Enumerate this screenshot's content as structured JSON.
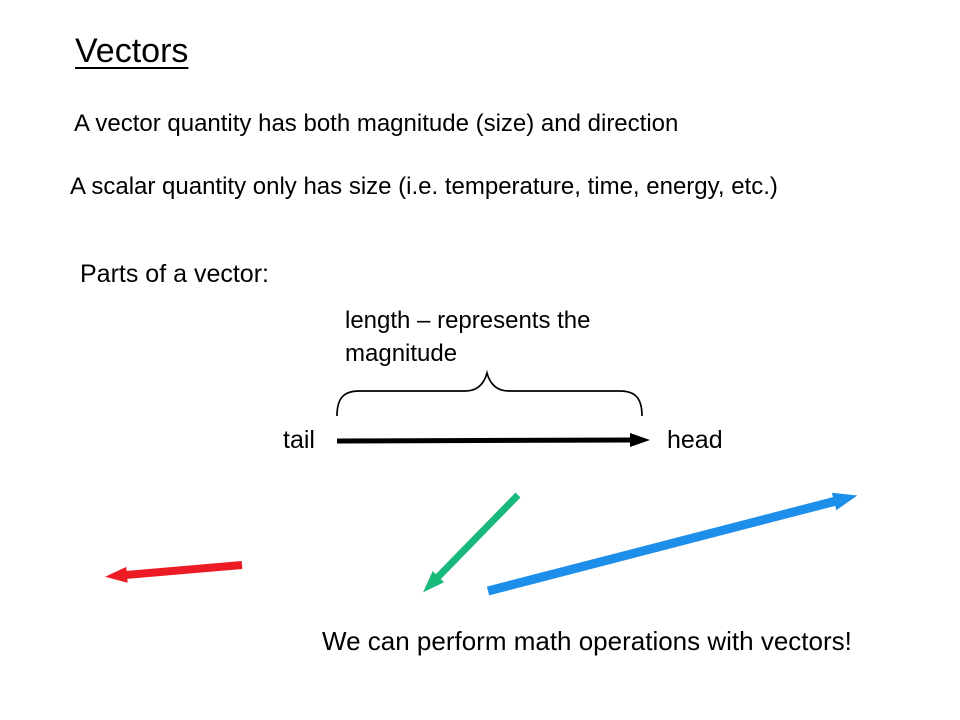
{
  "slide": {
    "title": "Vectors",
    "paragraphs": [
      "A vector quantity has both magnitude (size) and direction",
      "A scalar quantity only has size (i.e. temperature, time, energy, etc.)"
    ],
    "parts_heading": "Parts of a vector:",
    "length_caption": "length – represents the magnitude",
    "tail_label": "tail",
    "head_label": "head",
    "closing_text": "We can perform math operations with vectors!"
  },
  "colors": {
    "background": "#ffffff",
    "text": "#000000",
    "base_vector": "#000000",
    "brace": "#000000",
    "red_vector": "#ed1c24",
    "green_vector": "#19b97c",
    "blue_vector": "#1d8ee9"
  }
}
